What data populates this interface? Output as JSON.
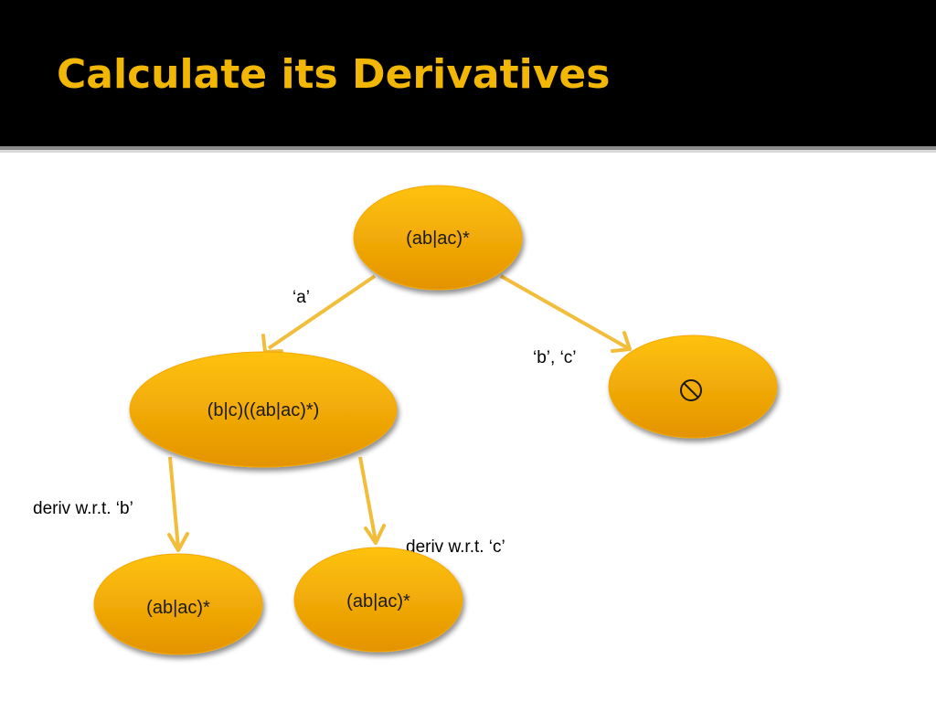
{
  "slide": {
    "title": "Calculate its Derivatives"
  },
  "colors": {
    "title": "#f2b705",
    "node_top": "#ffc20e",
    "node_bottom": "#e39300",
    "node_stroke": "#f5a800",
    "arrow": "#f2bd3a",
    "background_header": "#000000",
    "background_body": "#ffffff"
  },
  "diagram": {
    "nodes": {
      "root": {
        "label": "(ab|ac)*"
      },
      "deriv_a": {
        "label": "(b|c)((ab|ac)*)"
      },
      "empty": {
        "label": "",
        "icon": "empty-set-icon"
      },
      "deriv_b": {
        "label": "(ab|ac)*"
      },
      "deriv_c": {
        "label": "(ab|ac)*"
      }
    },
    "edges": {
      "root_to_deriv_a": {
        "label": "‘a’"
      },
      "root_to_empty": {
        "label": "‘b’, ‘c’"
      },
      "deriv_a_to_deriv_b": {
        "label": "deriv w.r.t. ‘b’"
      },
      "deriv_a_to_deriv_c": {
        "label": "deriv w.r.t. ‘c’"
      }
    }
  }
}
